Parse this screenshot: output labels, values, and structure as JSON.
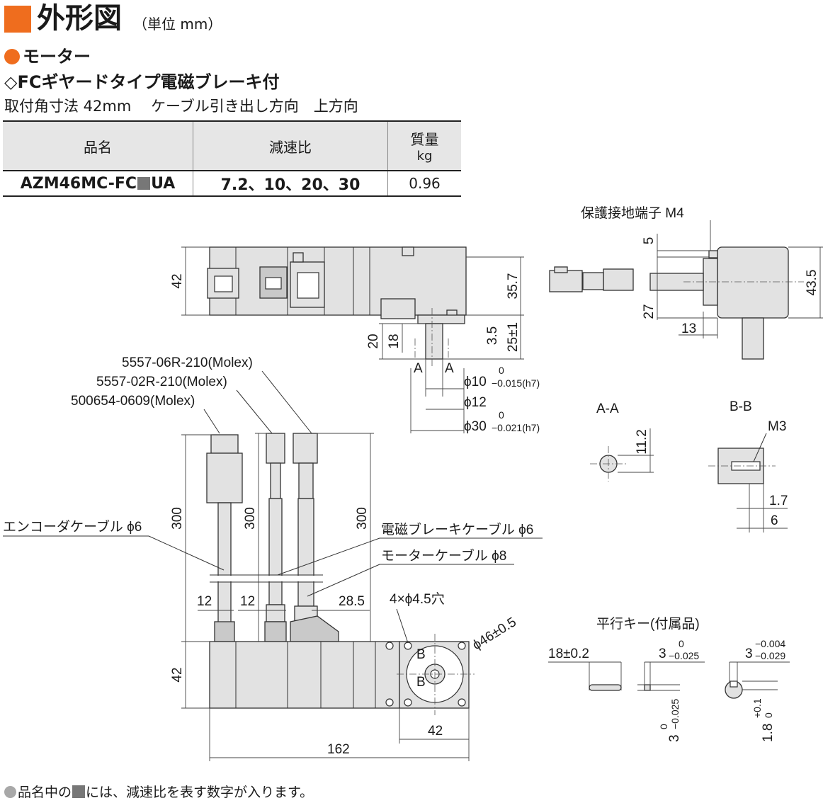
{
  "header": {
    "title": "外形図",
    "unit": "（単位 mm）",
    "section": "モーター",
    "subsection": "◇FCギヤードタイプ電磁ブレーキ付",
    "spec_line": "取付角寸法 42mm　 ケーブル引き出し方向　上方向"
  },
  "table": {
    "col_name": "品名",
    "col_ratio": "減速比",
    "col_mass": "質量",
    "col_mass_unit": "kg",
    "name_a": "AZM46MC-FC",
    "name_b": "UA",
    "ratio": "7.2、10、20、30",
    "mass": "0.96"
  },
  "labels": {
    "ground_terminal": "保護接地端子 M4",
    "conn1": "5557-06R-210(Molex)",
    "conn2": "5557-02R-210(Molex)",
    "conn3": "500654-0609(Molex)",
    "encoder_cable": "エンコーダケーブル ϕ6",
    "brake_cable": "電磁ブレーキケーブル ϕ6",
    "motor_cable": "モーターケーブル ϕ8",
    "holes": "4×ϕ4.5穴",
    "pcd": "ϕ46±0.5",
    "section_aa": "A-A",
    "section_bb": "B-B",
    "thread": "M3",
    "parallel_key": "平行キー(付属品)",
    "a_mark": "A",
    "b_mark": "B"
  },
  "dims": {
    "d42": "42",
    "d35_7": "35.7",
    "d20": "20",
    "d18": "18",
    "d3_5": "3.5",
    "d25": "25±1",
    "d5": "5",
    "d27": "27",
    "d13": "13",
    "d43_5": "43.5",
    "shaft_d10": "ϕ10",
    "shaft_d10_tol_up": "0",
    "shaft_d10_tol_dn": "−0.015(h7)",
    "shaft_d12": "ϕ12",
    "pilot_d30": "ϕ30",
    "pilot_d30_tol_up": "0",
    "pilot_d30_tol_dn": "−0.021(h7)",
    "d11_2": "11.2",
    "d1_7": "1.7",
    "d6": "6",
    "d300": "300",
    "d12": "12",
    "d28_5": "28.5",
    "d162": "162",
    "key18": "18±0.2",
    "key3": "3",
    "key3_up": "0",
    "key3_dn": "−0.025",
    "key3b_up": "−0.004",
    "key3b_dn": "−0.029",
    "key1_8": "1.8",
    "key1_8_up": "+0.1",
    "key1_8_dn": "0"
  },
  "footnote": {
    "before": "品名中の",
    "after": "には、減速比を表す数字が入ります。"
  },
  "colors": {
    "accent": "#ef6d1e",
    "part_fill": "#e2e2e2",
    "header_bg": "#e6e6e6"
  }
}
